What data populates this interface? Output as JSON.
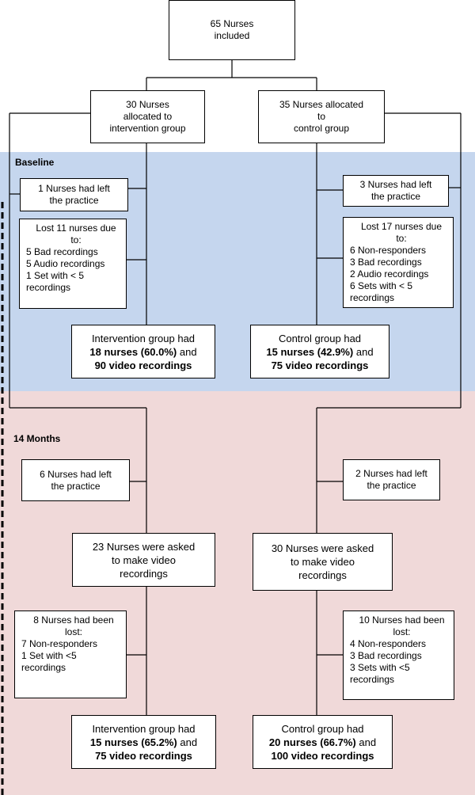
{
  "sections": {
    "baseline": "Baseline",
    "months": "14 Months"
  },
  "top": {
    "l1": "65 Nurses",
    "l2": "included"
  },
  "intervention_alloc": {
    "l1": "30 Nurses",
    "l2": "allocated to",
    "l3": "intervention group"
  },
  "control_alloc": {
    "l1": "35 Nurses allocated",
    "l2": "to",
    "l3": "control group"
  },
  "baseline": {
    "int_left": {
      "l1": "1 Nurses had left",
      "l2": "the practice"
    },
    "int_lost": {
      "head1": "Lost 11 nurses due",
      "head2": "to:",
      "items": [
        "5 Bad recordings",
        "5 Audio recordings",
        "1 Set with < 5",
        "recordings"
      ]
    },
    "int_result": {
      "l1": "Intervention group had",
      "b1": "18 nurses (60.0%)",
      "t1": " and",
      "b2": "90 video recordings"
    },
    "ctl_left": {
      "l1": "3 Nurses had left",
      "l2": "the practice"
    },
    "ctl_lost": {
      "head1": "Lost 17 nurses due",
      "head2": "to:",
      "items": [
        "6 Non-responders",
        "3 Bad recordings",
        "2 Audio recordings",
        "6 Sets with < 5",
        "recordings"
      ]
    },
    "ctl_result": {
      "l1": "Control group had",
      "b1": "15 nurses (42.9%)",
      "t1": " and",
      "b2": "75 video recordings"
    }
  },
  "months": {
    "int_left": {
      "l1": "6 Nurses had left",
      "l2": "the practice"
    },
    "int_asked": {
      "l1": "23 Nurses were asked",
      "l2": "to make video",
      "l3": "recordings"
    },
    "int_lost": {
      "head1": "8 Nurses had been",
      "head2": "lost:",
      "items": [
        "7 Non-responders",
        "1 Set with <5",
        "recordings"
      ]
    },
    "int_result": {
      "l1": "Intervention group had",
      "b1": "15 nurses (65.2%)",
      "t1": " and",
      "b2": "75 video recordings"
    },
    "ctl_left": {
      "l1": "2 Nurses had left",
      "l2": "the practice"
    },
    "ctl_asked": {
      "l1": "30 Nurses were asked",
      "l2": "to make video",
      "l3": "recordings"
    },
    "ctl_lost": {
      "head1": "10 Nurses had been",
      "head2": "lost:",
      "items": [
        "4 Non-responders",
        "3 Bad recordings",
        "3 Sets with <5",
        "recordings"
      ]
    },
    "ctl_result": {
      "l1": "Control group had",
      "b1": "20 nurses (66.7%)",
      "t1": " and",
      "b2": "100 video recordings"
    }
  }
}
